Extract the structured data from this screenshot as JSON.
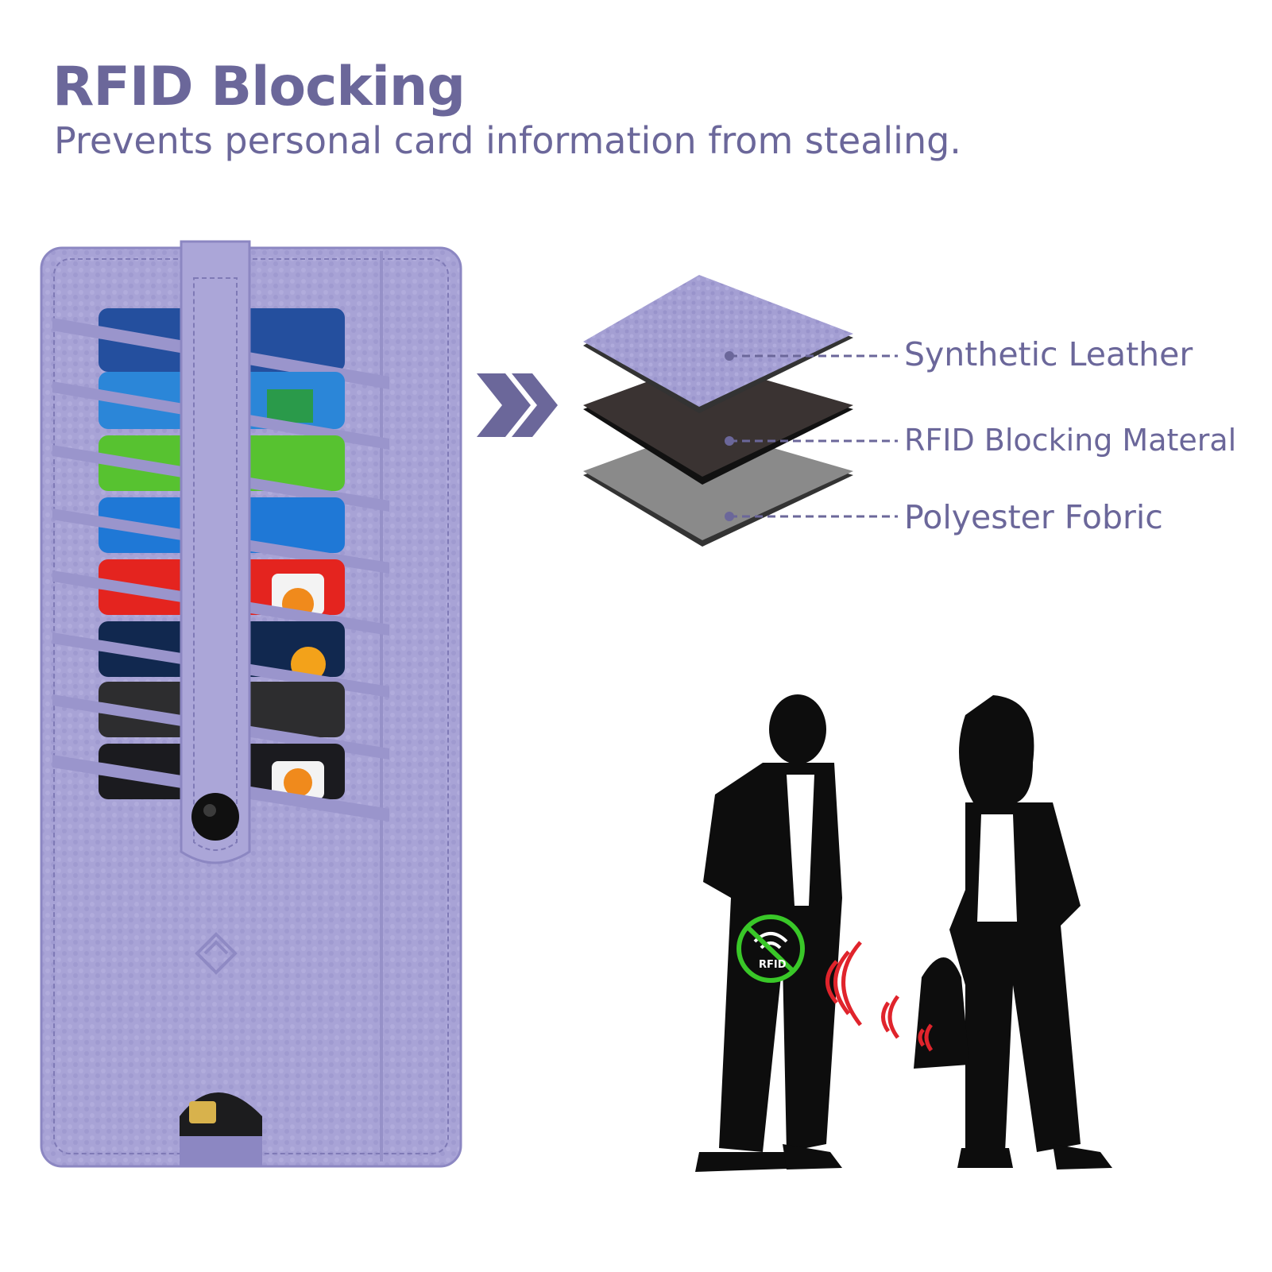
{
  "header": {
    "title": "RFID Blocking",
    "subtitle": "Prevents personal card information from stealing."
  },
  "layers": [
    {
      "label": "Synthetic Leather"
    },
    {
      "label": "RFID Blocking Materal"
    },
    {
      "label": "Polyester Fobric"
    }
  ],
  "badge": {
    "text": "RFID"
  },
  "colors": {
    "text": "#6b679a",
    "wallet": "#a8a3d6",
    "wallet_dark": "#8c87c2",
    "leather_layer": "#a49fd3",
    "rfid_layer": "#3a3332",
    "fabric_layer": "#8a8a8a",
    "silhouette": "#0d0d0d",
    "rfid_badge": "#39c728",
    "signal": "#e0242c"
  },
  "icons": {
    "arrow": "double-chevron-right-icon",
    "badge": "no-rfid-signal-icon",
    "brand": "brand-logo-icon"
  }
}
